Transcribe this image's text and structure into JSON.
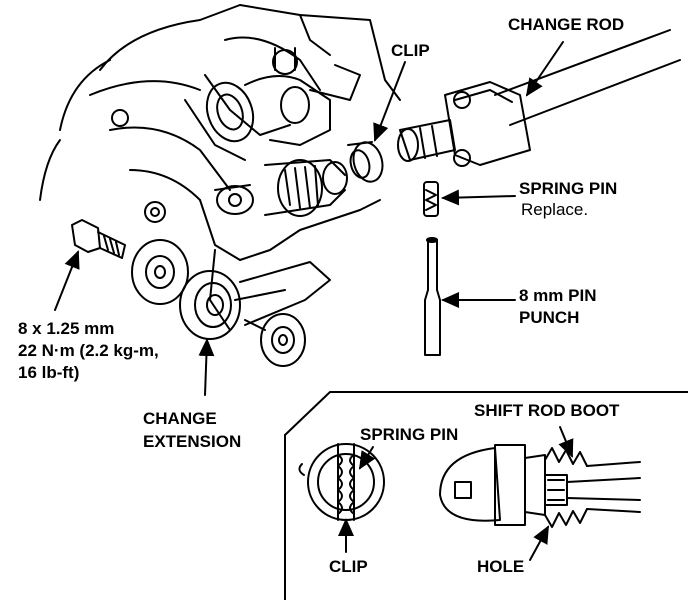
{
  "labels": {
    "change_rod": "CHANGE ROD",
    "clip_top": "CLIP",
    "spring_pin": "SPRING PIN",
    "spring_pin_note": "Replace.",
    "pin_punch_line1": "8 mm PIN",
    "pin_punch_line2": "PUNCH",
    "bolt_size": "8 x 1.25 mm",
    "bolt_torque_nm": "22 N·m (2.2 kg-m,",
    "bolt_torque_lbft": "16 lb-ft)",
    "change_extension_line1": "CHANGE",
    "change_extension_line2": "EXTENSION",
    "shift_rod_boot": "SHIFT ROD BOOT",
    "spring_pin_detail": "SPRING PIN",
    "clip_detail": "CLIP",
    "hole": "HOLE"
  },
  "colors": {
    "ink": "#000000",
    "paper": "#ffffff"
  }
}
